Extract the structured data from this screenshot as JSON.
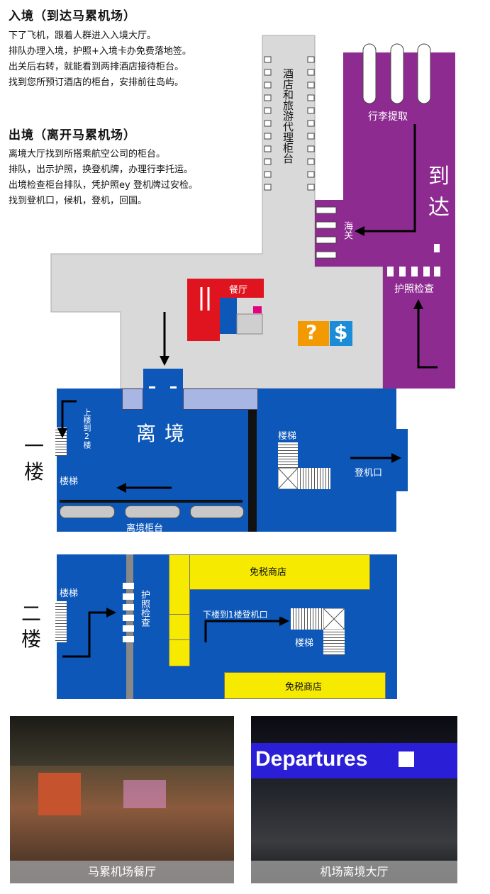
{
  "arrival": {
    "title": "入境（到达马累机场）",
    "lines": [
      "下了飞机，跟着人群进入入境大厅。",
      "排队办理入境，护照+入境卡办免费落地签。",
      "出关后右转，就能看到两排酒店接待柜台。",
      "找到您所预订酒店的柜台，安排前往岛屿。"
    ]
  },
  "departure": {
    "title": "出境（离开马累机场）",
    "lines": [
      "离境大厅找到所搭乘航空公司的柜台。",
      "排队，出示护照，换登机牌，办理行李托运。",
      "出境检查柜台排队，凭护照ey 登机牌过安检。",
      "找到登机口，候机，登机，回国。"
    ]
  },
  "map": {
    "hotel_counters": "酒店和旅游代理柜台",
    "baggage_claim": "行李提取",
    "customs": "海关",
    "arrival_hall": "到达",
    "passport_check_arrival": "护照检查",
    "restaurant": "餐厅",
    "info_symbol": "?",
    "currency_symbol": "$",
    "departure_hall": "离境",
    "first_floor": "一楼",
    "stairs_up": "上楼到2楼",
    "stairs": "楼梯",
    "departure_counters": "离境柜台",
    "gate": "登机口",
    "second_floor": "二楼",
    "passport_check_departure": "护照检查",
    "duty_free_top": "免税商店",
    "duty_free_bottom": "免税商店",
    "down_to_gate": "下楼到1楼登机口",
    "colors": {
      "purple": "#8e2b91",
      "blue": "#0c57b8",
      "gray": "#d9d9d9",
      "yellow": "#f6ea00",
      "red": "#e0141e",
      "orange": "#f39a00"
    }
  },
  "photos": {
    "restaurant_caption": "马累机场餐厅",
    "departures_sign": "Departures",
    "departure_hall_caption": "机场离境大厅"
  }
}
